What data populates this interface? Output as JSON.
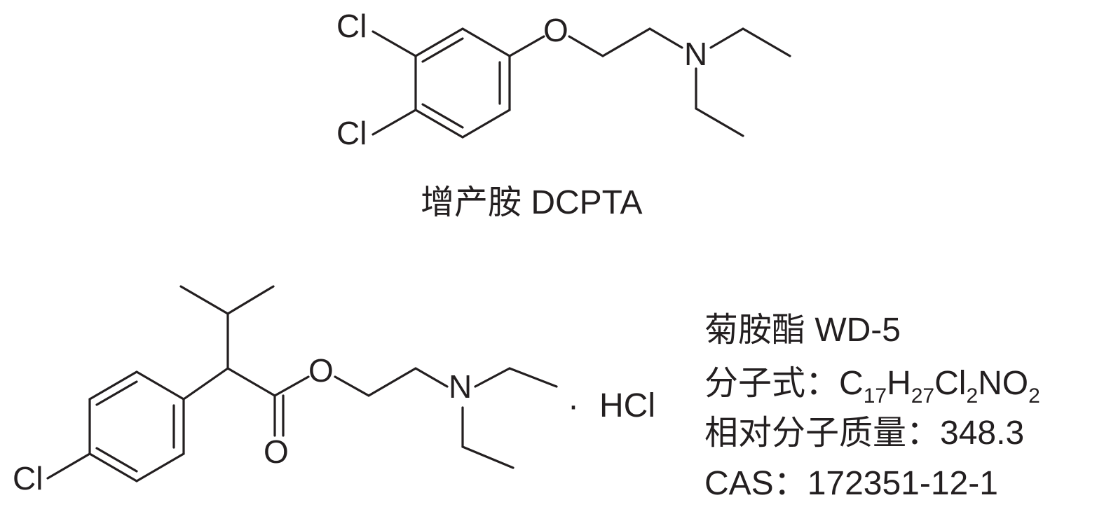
{
  "compound_1": {
    "atoms": {
      "cl_top": "Cl",
      "cl_bottom": "Cl",
      "oxygen": "O",
      "nitrogen": "N"
    },
    "caption": "增产胺 DCPTA"
  },
  "compound_2": {
    "atoms": {
      "cl": "Cl",
      "ester_oxygen": "O",
      "carbonyl_oxygen": "O",
      "nitrogen": "N"
    },
    "salt_dot": "·",
    "salt": "HCl"
  },
  "info": {
    "name": "菊胺酯 WD-5",
    "formula_label": "分子式：",
    "formula": {
      "c": "C",
      "c_n": "17",
      "h": "H",
      "h_n": "27",
      "cl": "Cl",
      "cl_n": "2",
      "no": "NO",
      "o_n": "2"
    },
    "mass_label": "相对分子质量：",
    "mass_value": "348.3",
    "cas_label": "CAS：",
    "cas_value": "172351-12-1"
  }
}
